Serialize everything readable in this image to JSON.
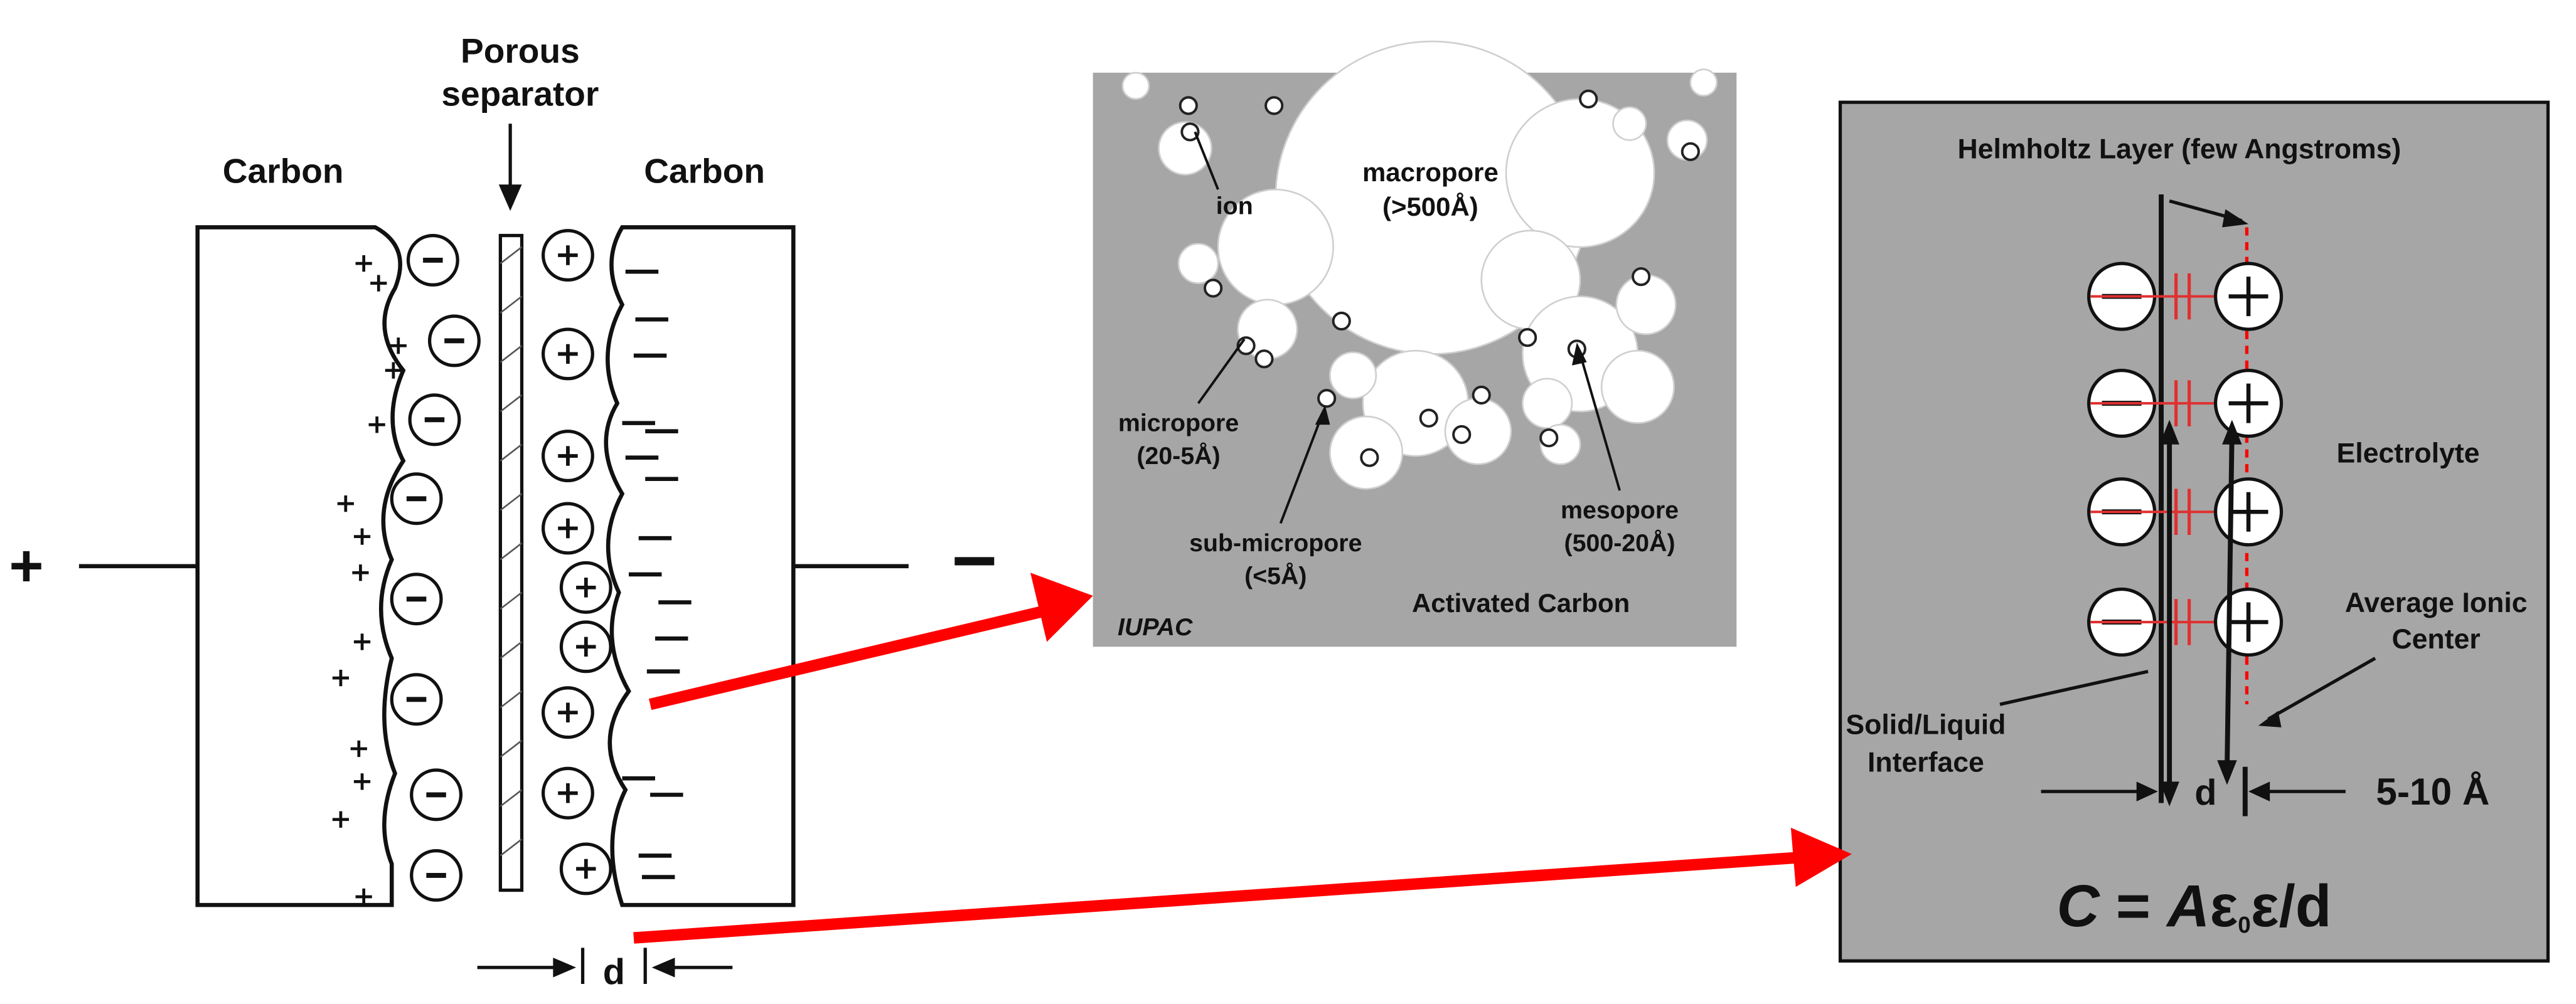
{
  "cell": {
    "separator_label_line1": "Porous",
    "separator_label_line2": "separator",
    "left_electrode_label": "Carbon",
    "right_electrode_label": "Carbon",
    "positive_terminal": "+",
    "negative_terminal": "−",
    "spacing_label": "d"
  },
  "pores": {
    "ion_label": "ion",
    "macropore_line1": "macropore",
    "macropore_line2": "(>500Å)",
    "micropore_line1": "micropore",
    "micropore_line2": "(20-5Å)",
    "submicropore_line1": "sub-micropore",
    "submicropore_line2": "(<5Å)",
    "mesopore_line1": "mesopore",
    "mesopore_line2": "(500-20Å)",
    "material_label": "Activated Carbon",
    "source_label": "IUPAC",
    "colors": {
      "background": "#a6a6a6",
      "pore": "#ffffff"
    }
  },
  "double_layer": {
    "helmholtz_label": "Helmholtz Layer (few Angstroms)",
    "electrolyte_label": "Electrolyte",
    "ionic_center_line1": "Average Ionic",
    "ionic_center_line2": "Center",
    "interface_line1": "Solid/Liquid",
    "interface_line2": "Interface",
    "spacing_label": "d",
    "distance_label": "5-10 Å",
    "formula_C": "C",
    "formula_eq": " = ",
    "formula_A": "A",
    "formula_eps0": "ε",
    "formula_sub0": "0",
    "formula_rest": "ε/d",
    "colors": {
      "panel": "#a6a6a6",
      "capacitor": "#e03030",
      "arrow": "#ff0000"
    }
  }
}
